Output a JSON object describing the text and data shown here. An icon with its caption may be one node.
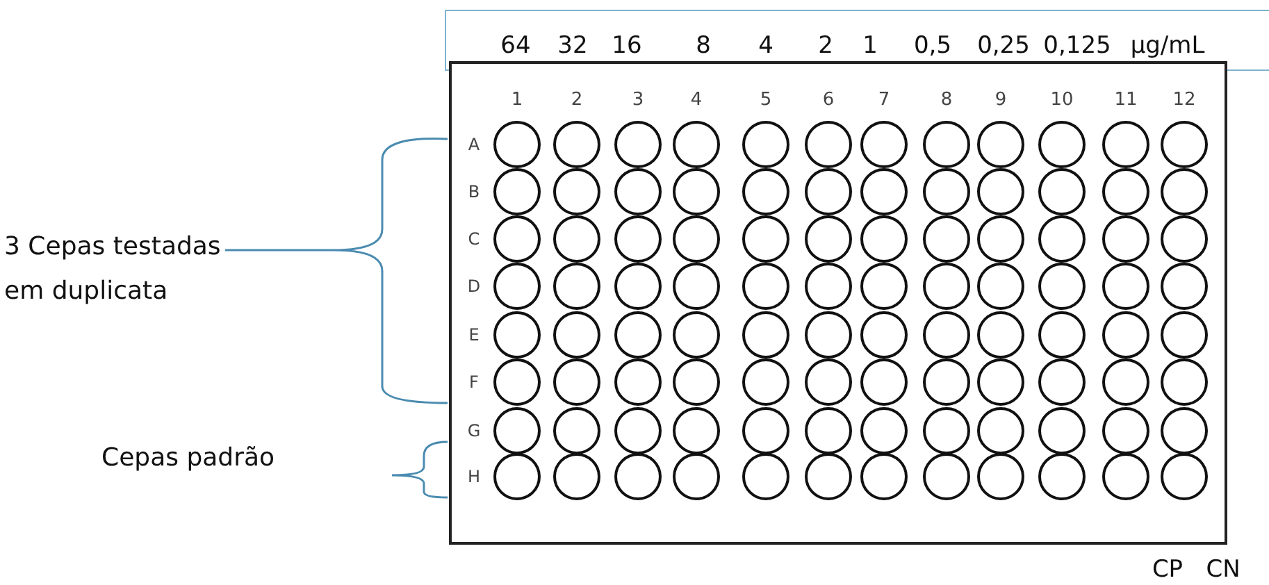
{
  "diagram": {
    "labels": [
      "64",
      "32",
      "16",
      "8",
      "4",
      "2",
      "1",
      "0,5",
      "0,25",
      "0,125",
      "µg/mL",
      "1",
      "2",
      "3",
      "4",
      "5",
      "6",
      "7",
      "8",
      "9",
      "10",
      "11",
      "12",
      "A",
      "B",
      "C",
      "D",
      "E",
      "F",
      "G",
      "H",
      "3 Cepas testadas em duplicata",
      "Cepas padrão",
      "CP",
      "CN"
    ]
  }
}
